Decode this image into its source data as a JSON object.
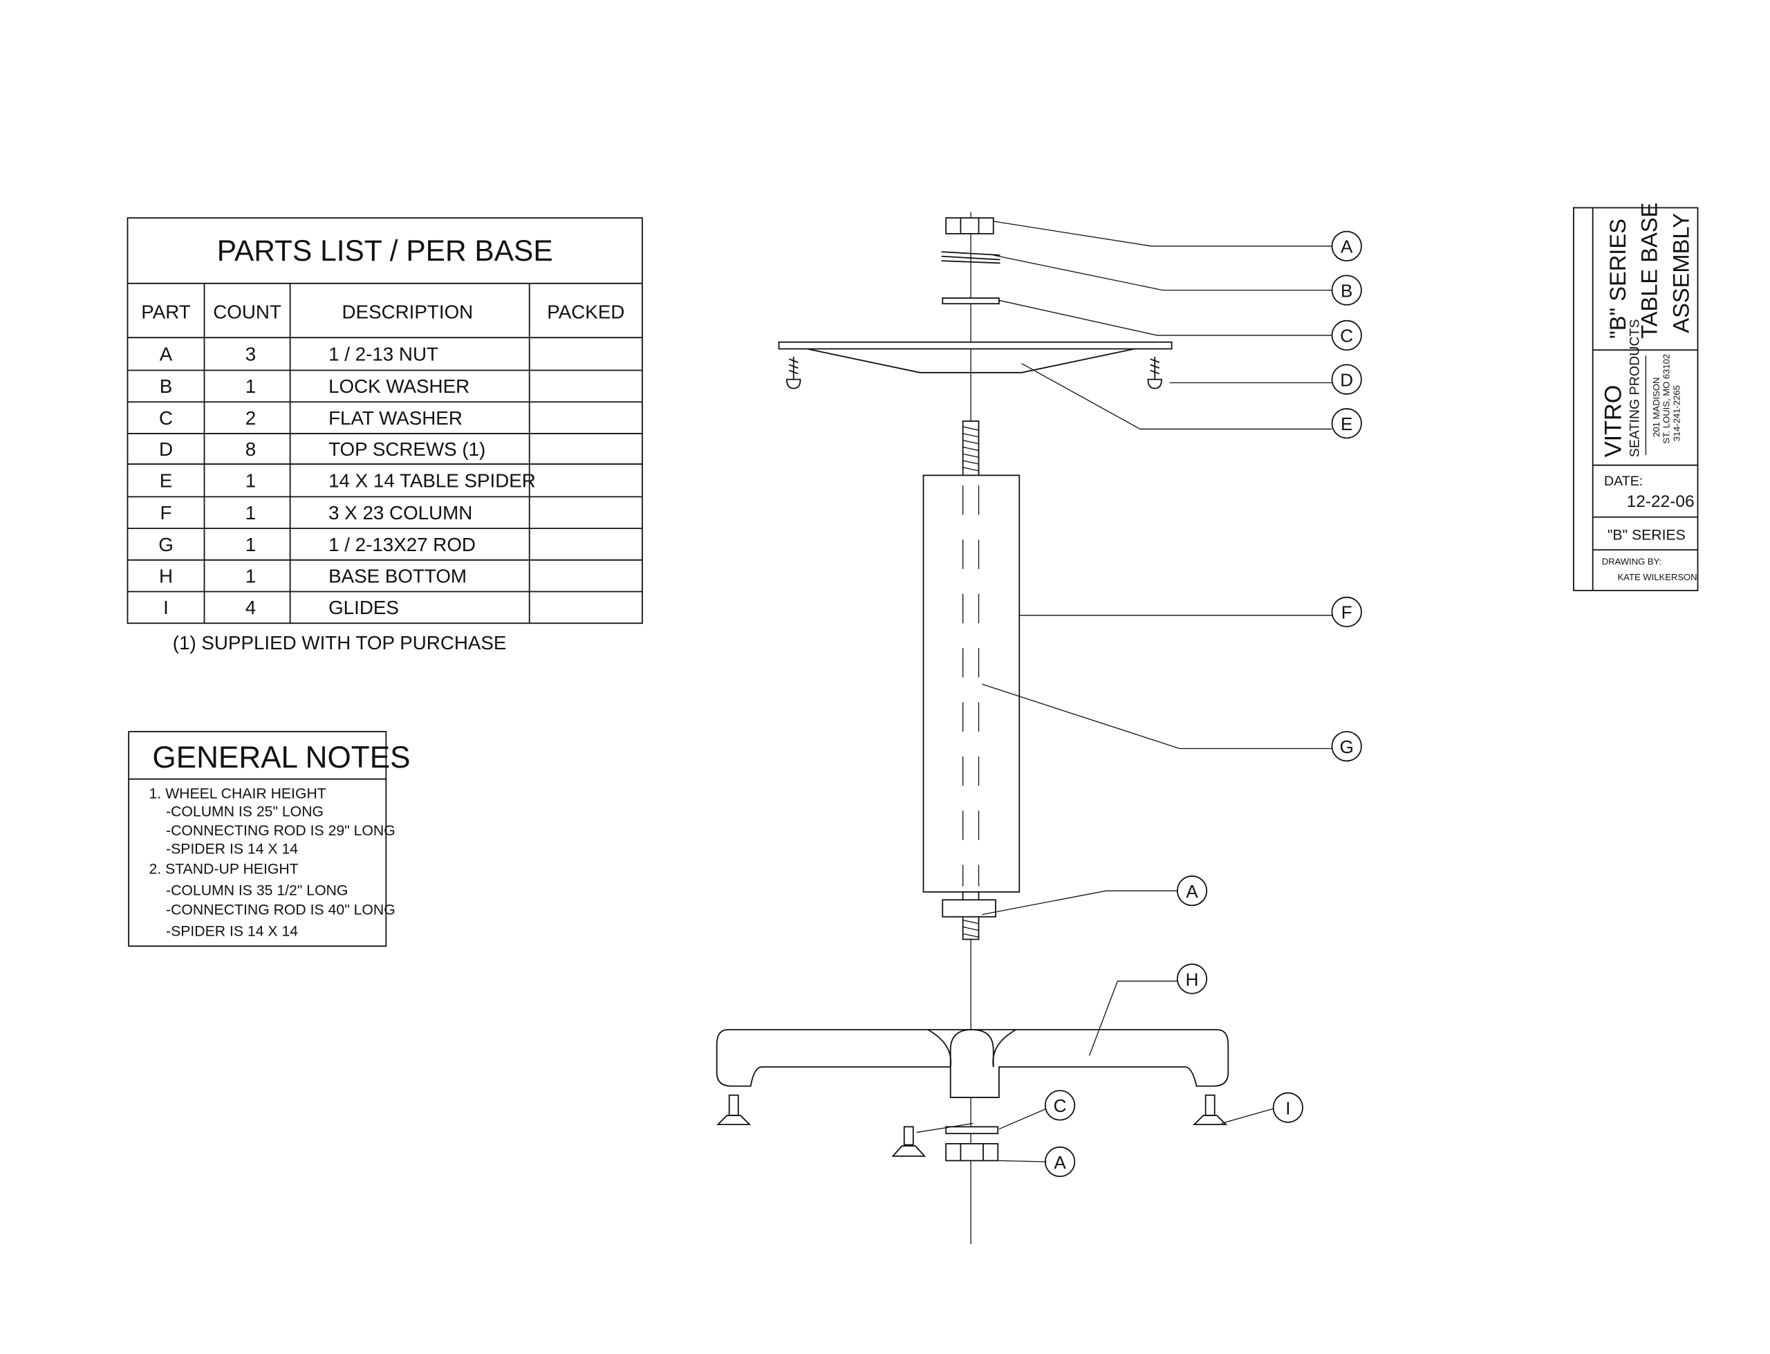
{
  "parts_list": {
    "title": "PARTS LIST / PER BASE",
    "headers": [
      "PART",
      "COUNT",
      "DESCRIPTION",
      "PACKED"
    ],
    "rows": [
      {
        "part": "A",
        "count": "3",
        "description": "1 / 2-13 NUT"
      },
      {
        "part": "B",
        "count": "1",
        "description": "LOCK WASHER"
      },
      {
        "part": "C",
        "count": "2",
        "description": "FLAT WASHER"
      },
      {
        "part": "D",
        "count": "8",
        "description": "TOP SCREWS (1)"
      },
      {
        "part": "E",
        "count": "1",
        "description": "14 X 14 TABLE SPIDER"
      },
      {
        "part": "F",
        "count": "1",
        "description": "3 X 23 COLUMN"
      },
      {
        "part": "G",
        "count": "1",
        "description": "1 / 2-13X27 ROD"
      },
      {
        "part": "H",
        "count": "1",
        "description": "BASE BOTTOM"
      },
      {
        "part": "I",
        "count": "4",
        "description": "GLIDES"
      }
    ],
    "footnote": "(1) SUPPLIED WITH TOP PURCHASE"
  },
  "general_notes": {
    "title": "GENERAL NOTES",
    "lines": [
      "1. WHEEL CHAIR HEIGHT",
      "-COLUMN IS 25\" LONG",
      "-CONNECTING ROD IS 29\" LONG",
      "-SPIDER IS 14 X 14",
      "2. STAND-UP HEIGHT",
      "-COLUMN IS 35 1/2\" LONG",
      "-CONNECTING ROD IS 40\" LONG",
      "-SPIDER IS 14 X 14"
    ]
  },
  "title_block": {
    "title_lines": [
      "\"B\" SERIES",
      "TABLE BASE",
      "ASSEMBLY"
    ],
    "company": "VITRO",
    "company_sub": "SEATING PRODUCTS",
    "address": [
      "201 MADISON",
      "ST. LOUIS, MO 63102",
      "314-241-2265"
    ],
    "date_label": "DATE:",
    "date": "12-22-06",
    "series": "\"B\" SERIES",
    "drawn_by_label": "DRAWING BY:",
    "drawn_by": "KATE WILKERSON"
  },
  "callouts": {
    "a_top": "A",
    "b": "B",
    "c_top": "C",
    "d": "D",
    "e": "E",
    "f": "F",
    "g": "G",
    "a_mid": "A",
    "h": "H",
    "c_bottom": "C",
    "a_bottom": "A",
    "i": "I"
  }
}
